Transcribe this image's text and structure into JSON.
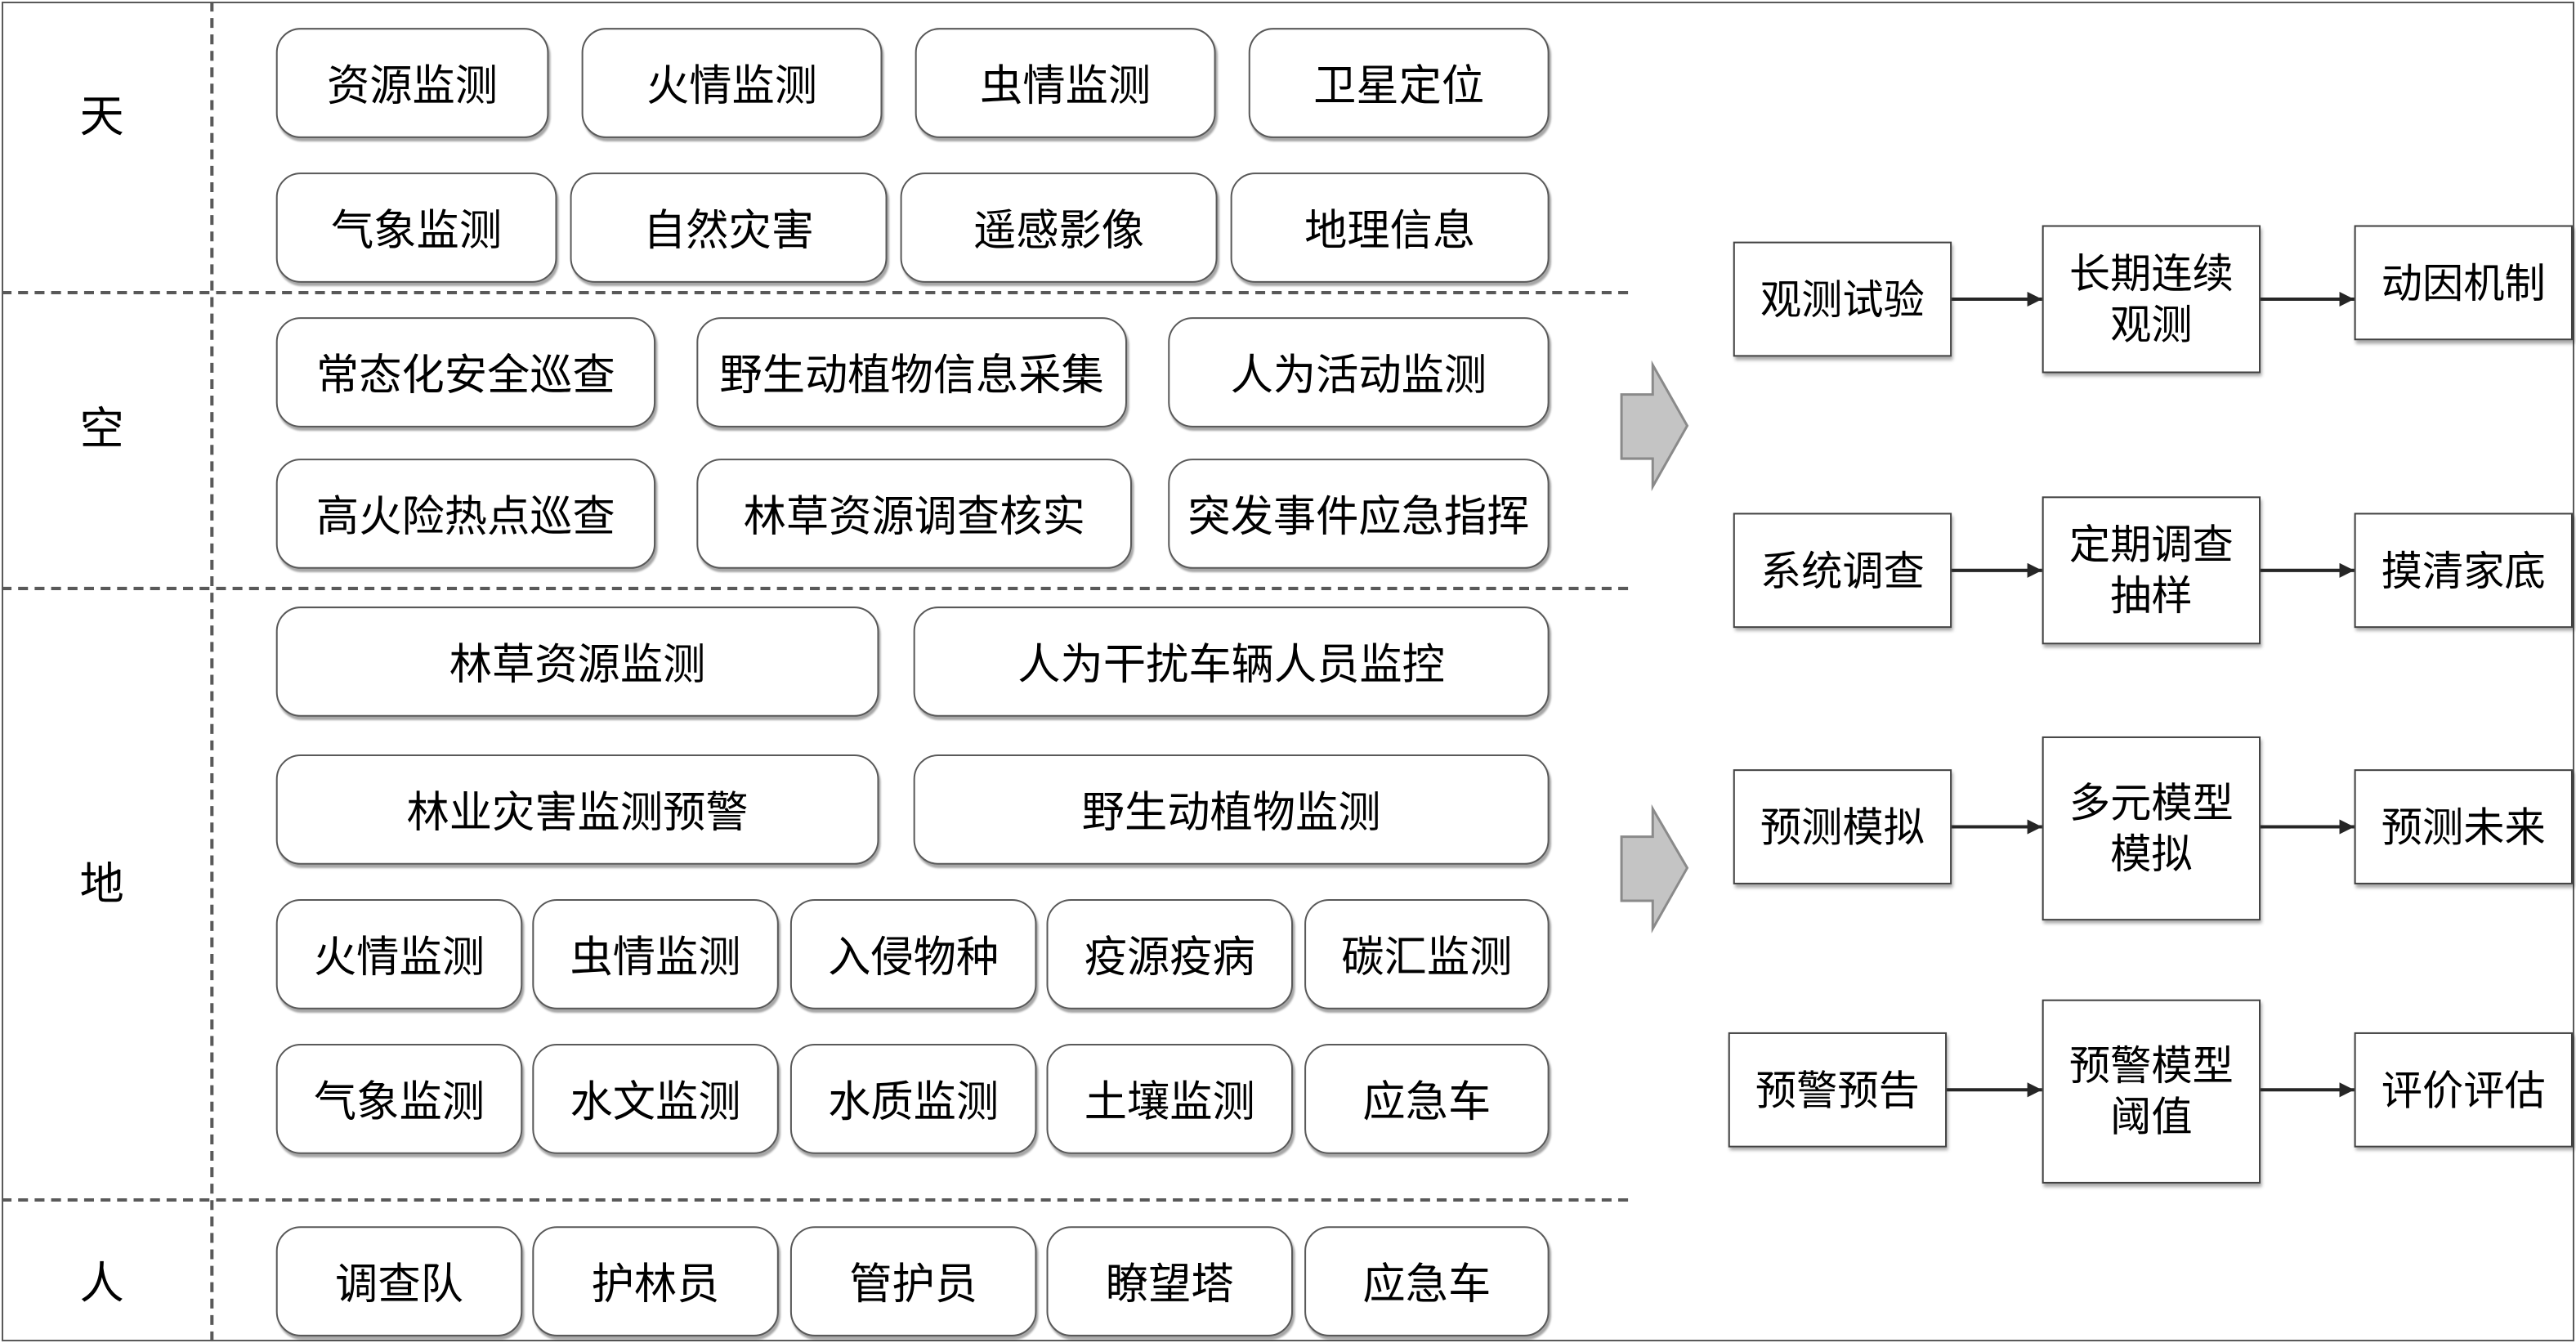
{
  "bands": [
    {
      "label": "天",
      "rows": [
        [
          "资源监测",
          "火情监测",
          "虫情监测",
          "卫星定位"
        ],
        [
          "气象监测",
          "自然灾害",
          "遥感影像",
          "地理信息"
        ]
      ]
    },
    {
      "label": "空",
      "rows": [
        [
          "常态化安全巡查",
          "野生动植物信息采集",
          "人为活动监测"
        ],
        [
          "高火险热点巡查",
          "林草资源调查核实",
          "突发事件应急指挥"
        ]
      ]
    },
    {
      "label": "地",
      "rows": [
        [
          "林草资源监测",
          "人为干扰车辆人员监控"
        ],
        [
          "林业灾害监测预警",
          "野生动植物监测"
        ],
        [
          "火情监测",
          "虫情监测",
          "入侵物种",
          "疫源疫病",
          "碳汇监测"
        ],
        [
          "气象监测",
          "水文监测",
          "水质监测",
          "土壤监测",
          "应急车"
        ]
      ]
    },
    {
      "label": "人",
      "rows": [
        [
          "调查队",
          "护林员",
          "管护员",
          "瞭望塔",
          "应急车"
        ]
      ]
    }
  ],
  "flows": [
    [
      "观测试验",
      "长期连续\n观测",
      "动因机制"
    ],
    [
      "系统调查",
      "定期调查\n抽样",
      "摸清家底"
    ],
    [
      "预测模拟",
      "多元模型\n模拟",
      "预测未来"
    ],
    [
      "预警预告",
      "预警模型\n阈值",
      "评价评估"
    ]
  ]
}
